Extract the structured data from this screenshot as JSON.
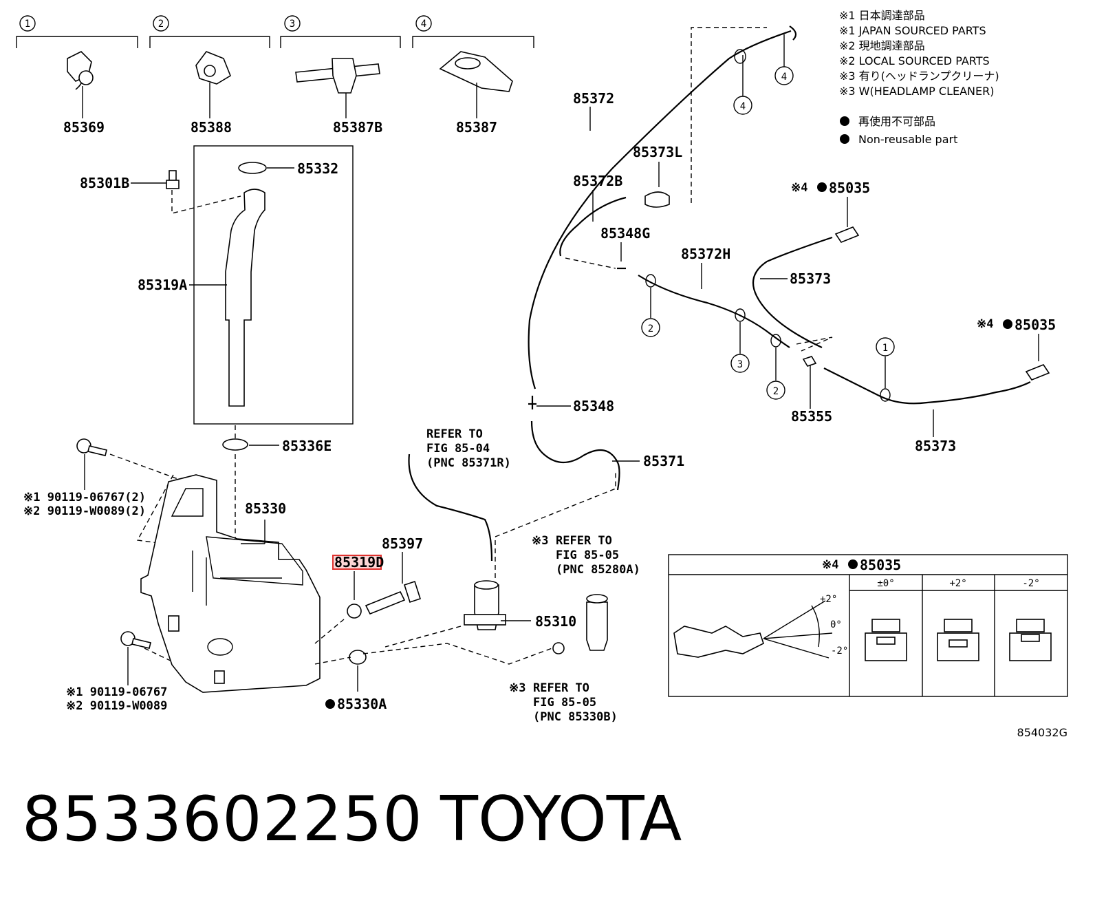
{
  "clip_types": [
    {
      "num": "1",
      "part": "85369"
    },
    {
      "num": "2",
      "part": "85388"
    },
    {
      "num": "3",
      "part": "85387B"
    },
    {
      "num": "4",
      "part": "85387"
    }
  ],
  "legend": {
    "l1": "※1 日本調達部品",
    "l2": "※1 JAPAN SOURCED PARTS",
    "l3": "※2 現地調達部品",
    "l4": "※2 LOCAL SOURCED PARTS",
    "l5": "※3 有り(ヘッドランプクリーナ)",
    "l6": "※3 W(HEADLAMP CLEANER)",
    "l7": "再使用不可部品",
    "l8": "Non-reusable part"
  },
  "labels": {
    "p85332": "85332",
    "p85301B": "85301B",
    "p85319A": "85319A",
    "p85336E": "85336E",
    "bolt1a": "※1 90119-06767(2)",
    "bolt1b": "※2 90119-W0089(2)",
    "p85330": "85330",
    "p85319D": "85319D",
    "p85397": "85397",
    "bolt2a": "※1 90119-06767",
    "bolt2b": "※2 90119-W0089",
    "p85330A": "85330A",
    "p85310": "85310",
    "p85372": "85372",
    "p85373L": "85373L",
    "p85372B": "85372B",
    "p85348G": "85348G",
    "p85372H": "85372H",
    "p85373a": "85373",
    "p85348": "85348",
    "p85371": "85371",
    "p85355": "85355",
    "p85373b": "85373",
    "n85035a_pre": "※4",
    "n85035a": "85035",
    "n85035b_pre": "※4",
    "n85035b": "85035",
    "diagram_id": "854032G"
  },
  "callouts": {
    "c1": "4",
    "c2": "4",
    "c3": "2",
    "c4": "3",
    "c5": "2",
    "c6": "1"
  },
  "refs": {
    "r1a": "REFER TO",
    "r1b": "FIG 85-04",
    "r1c": "(PNC 85371R)",
    "r2a": "REFER TO",
    "r2b": "FIG 85-05",
    "r2c": "(PNC 85280A)",
    "r2pre": "※3",
    "r3a": "REFER TO",
    "r3b": "FIG 85-05",
    "r3c": "(PNC 85330B)",
    "r3pre": "※3"
  },
  "angle_table": {
    "title_pre": "※4",
    "title": "85035",
    "col1": "±0°",
    "col2": "+2°",
    "col3": "-2°",
    "ang_plus": "+2°",
    "ang_zero": "0°",
    "ang_minus": "-2°"
  },
  "footer": {
    "part_number": "8533602250",
    "brand": "TOYOTA"
  },
  "highlight_color": "#e0322f"
}
